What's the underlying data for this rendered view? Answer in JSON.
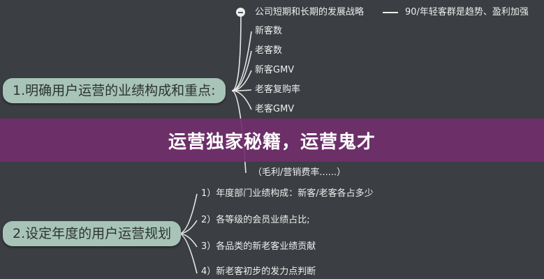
{
  "mindmap": {
    "node1": {
      "label": "1.明确用户运营的业绩构成和重点:",
      "children": [
        "公司短期和长期的发展战略",
        "新客数",
        "老客数",
        "新客GMV",
        "老客复购率",
        "老客GMV",
        "（毛利/营销费率......）"
      ],
      "strategy_note": "90/年轻客群是趋势、盈利加强"
    },
    "node2": {
      "label": "2.设定年度的用户运营规划",
      "children": [
        "1）年度部门业绩构成：新客/老客各占多少",
        "2）各等级的会员业绩占比;",
        "3）各品类的新老客业绩贡献",
        "4）新老客初步的发力点判断"
      ]
    }
  },
  "banner": {
    "title": "运营独家秘籍，运营鬼才"
  },
  "colors": {
    "background": "#3b3e42",
    "node": "#a8c4b8",
    "banner": "#702e6c"
  }
}
